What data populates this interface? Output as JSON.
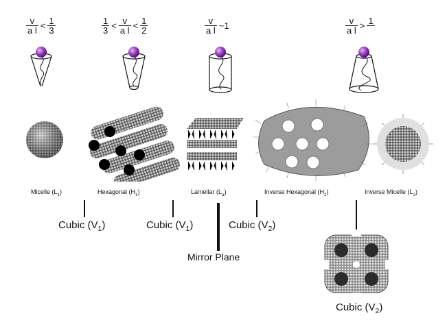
{
  "criteria": [
    {
      "parts": [
        {
          "num": "v",
          "den": "a l"
        },
        {
          "op": "<"
        },
        {
          "num": "1",
          "den": "3"
        }
      ]
    },
    {
      "parts": [
        {
          "num": "1",
          "den": "3"
        },
        {
          "op": "<"
        },
        {
          "num": "v",
          "den": "a l"
        },
        {
          "op": "<"
        },
        {
          "num": "1",
          "den": "2"
        }
      ]
    },
    {
      "parts": [
        {
          "num": "v",
          "den": "a l"
        },
        {
          "op": "~1"
        }
      ]
    },
    {
      "parts": [
        {
          "num": "v",
          "den": "a l"
        },
        {
          "op": ">"
        },
        {
          "num": "1",
          "den": ""
        }
      ]
    }
  ],
  "phases": [
    {
      "label": "Micelle (L",
      "sub": "1",
      "close": ")"
    },
    {
      "label": "Hexagonal (H",
      "sub": "1",
      "close": ")"
    },
    {
      "label": "Lamellar (L",
      "sub": "α",
      "close": ")"
    },
    {
      "label": "Inverse Hexagonal (H",
      "sub": "2",
      "close": ")"
    },
    {
      "label": "Inverse Micelle (L",
      "sub": "2",
      "close": ")"
    }
  ],
  "cubic": [
    {
      "label": "Cubic (V",
      "sub": "1",
      "close": ")"
    },
    {
      "label": "Cubic (V",
      "sub": "1",
      "close": ")"
    },
    {
      "label": "Cubic (V",
      "sub": "2",
      "close": ")"
    },
    {
      "label": "Cubic (V",
      "sub": "2",
      "close": ")"
    }
  ],
  "mirror_label": "Mirror Plane",
  "colors": {
    "headgroup": "#9b3fc4",
    "headgroup_highlight": "#e6b8f5",
    "structure": "#8a8a8a",
    "ink": "#111111"
  }
}
